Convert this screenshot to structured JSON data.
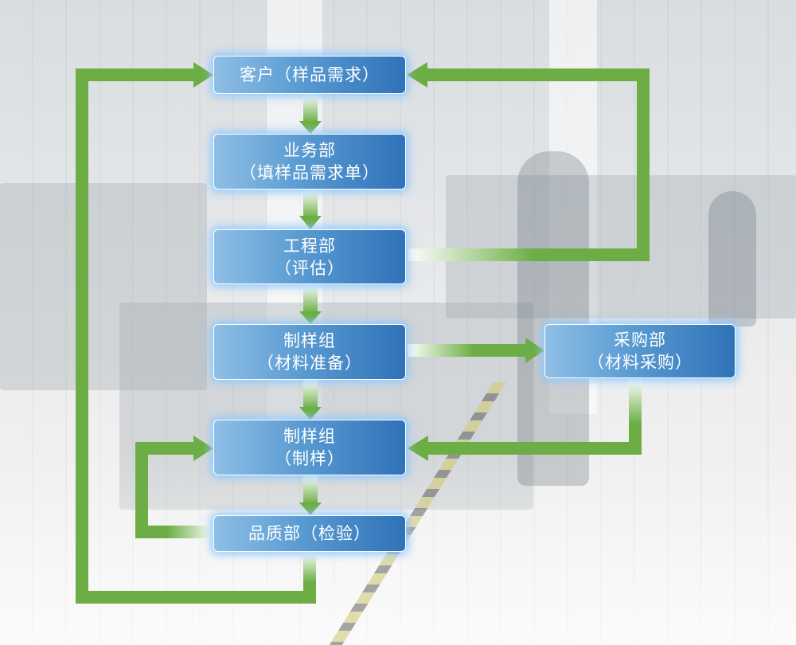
{
  "diagram": {
    "nodes": [
      {
        "id": "customer",
        "lines": [
          "客户（样品需求）"
        ]
      },
      {
        "id": "sales",
        "lines": [
          "业务部",
          "（填样品需求单）"
        ]
      },
      {
        "id": "engineering",
        "lines": [
          "工程部",
          "（评估）"
        ]
      },
      {
        "id": "prep",
        "lines": [
          "制样组",
          "（材料准备）"
        ]
      },
      {
        "id": "sampling",
        "lines": [
          "制样组",
          "（制样）"
        ]
      },
      {
        "id": "qa",
        "lines": [
          "品质部（检验）"
        ]
      },
      {
        "id": "purchase",
        "lines": [
          "采购部",
          "（材料采购）"
        ]
      }
    ],
    "edges": [
      {
        "from": "customer",
        "to": "sales"
      },
      {
        "from": "sales",
        "to": "engineering"
      },
      {
        "from": "engineering",
        "to": "customer"
      },
      {
        "from": "engineering",
        "to": "prep"
      },
      {
        "from": "prep",
        "to": "purchase"
      },
      {
        "from": "purchase",
        "to": "sampling"
      },
      {
        "from": "prep",
        "to": "sampling"
      },
      {
        "from": "sampling",
        "to": "qa"
      },
      {
        "from": "qa",
        "to": "sampling"
      },
      {
        "from": "qa",
        "to": "customer"
      }
    ],
    "colors": {
      "arrow": "#6cae45",
      "arrow_fade": "#ffffff",
      "node_dark": "#2f72b8",
      "node_light": "#8fbfe6",
      "node_glow": "#8cc8ff"
    }
  }
}
